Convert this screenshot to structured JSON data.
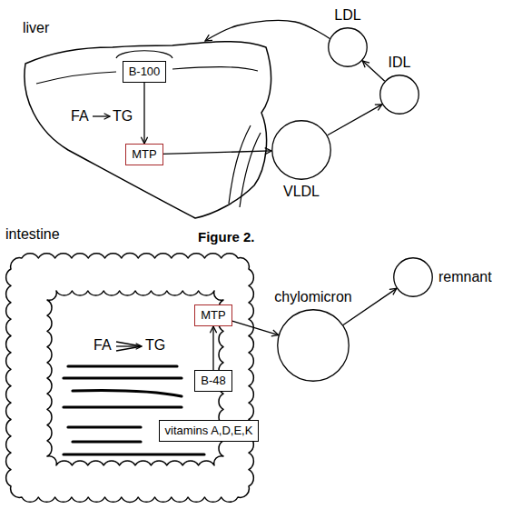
{
  "diagram": {
    "caption": "Figure 2.",
    "nodes": [
      {
        "text": [
          "liver"
        ]
      },
      {
        "text": [
          "B-100"
        ],
        "in": 0
      },
      {
        "text": [
          "MTP"
        ],
        "in": 0
      },
      {
        "text": [
          "LDL"
        ]
      },
      {
        "text": [
          "IDL"
        ]
      },
      {
        "text": [
          "VLDL"
        ]
      },
      {
        "text": [
          "intestine"
        ]
      },
      {
        "text": [
          "MTP"
        ],
        "in": 6
      },
      {
        "text": [
          "B-48"
        ],
        "in": 6
      },
      {
        "text": [
          "vitamins A,D,E,K"
        ],
        "in": 6
      },
      {
        "text": [
          "chylomicron"
        ]
      },
      {
        "text": [
          "remnant"
        ]
      }
    ],
    "edges": [
      {
        "from": 1,
        "to": 2,
        "arrow": "to"
      },
      {
        "from": 2,
        "to": 5,
        "arrow": "to"
      },
      {
        "from": 5,
        "to": 4,
        "arrow": "to"
      },
      {
        "from": 4,
        "to": 3,
        "arrow": "to"
      },
      {
        "from": 3,
        "to": 0,
        "arrow": "to"
      },
      {
        "from": 8,
        "to": 7,
        "arrow": "to"
      },
      {
        "from": 7,
        "to": 10,
        "arrow": "to"
      },
      {
        "from": 10,
        "to": 11,
        "arrow": "to"
      }
    ],
    "labels": [
      "FA",
      "TG",
      "FA",
      "TG"
    ]
  }
}
